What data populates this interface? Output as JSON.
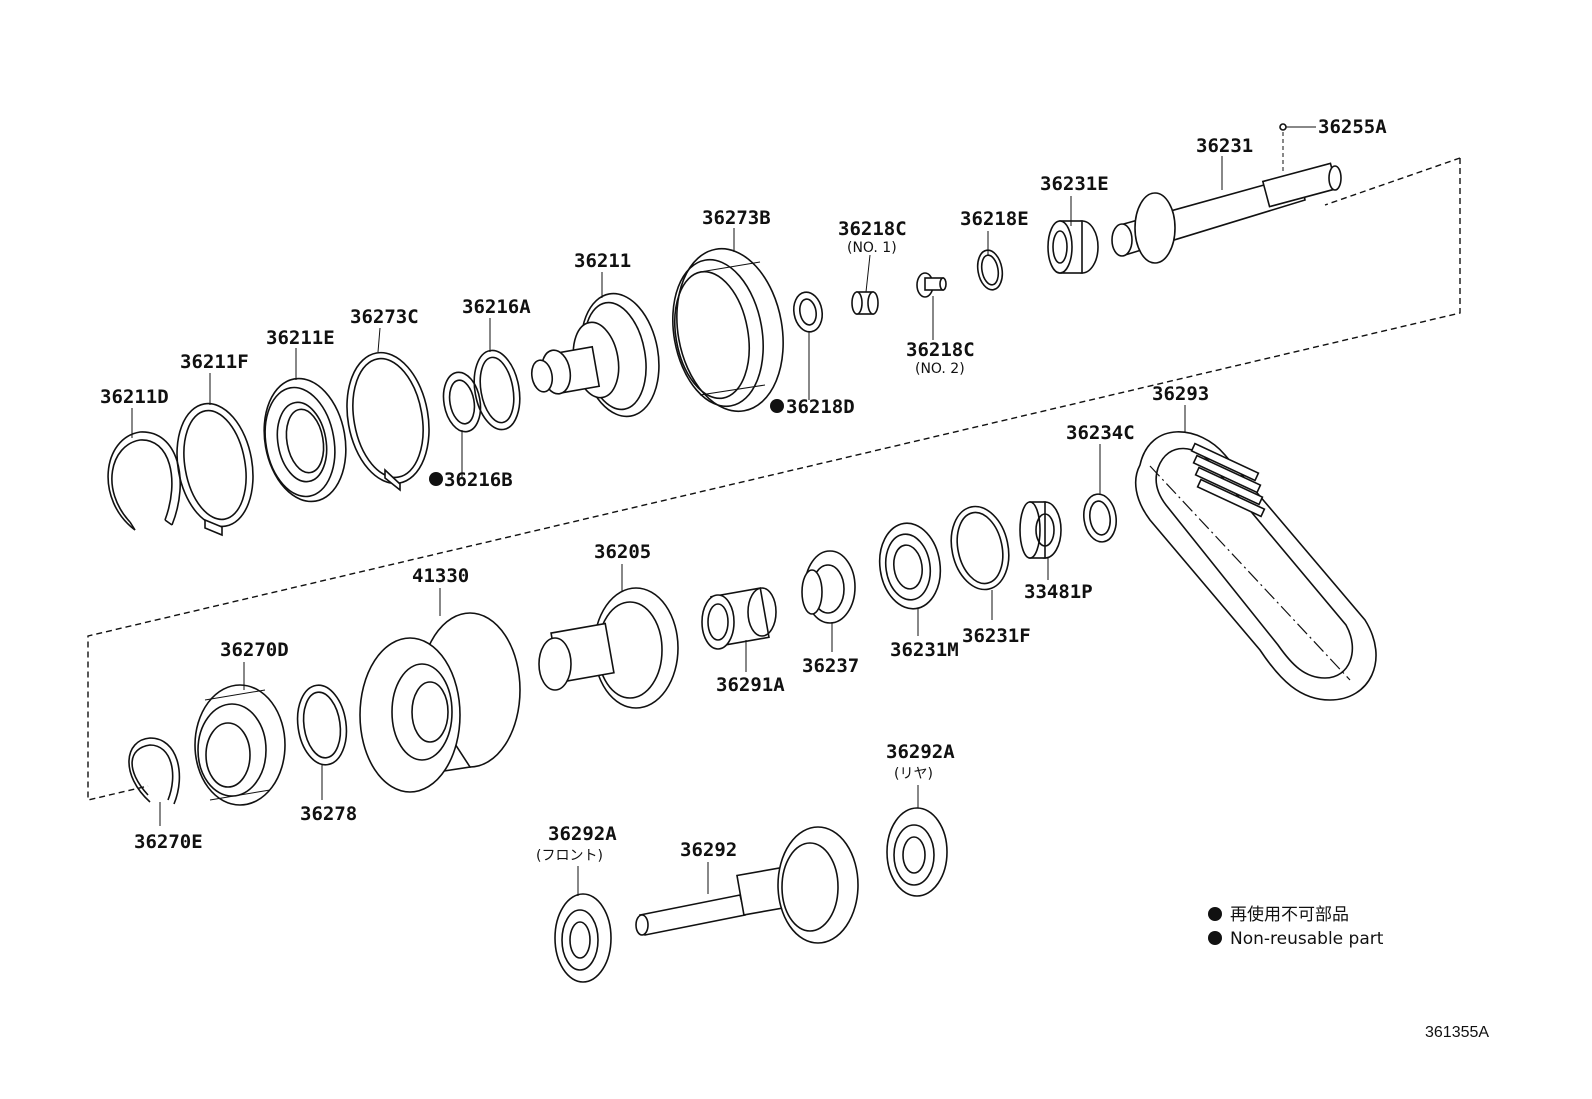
{
  "parts": {
    "p36255A": "36255A",
    "p36231": "36231",
    "p36231E": "36231E",
    "p36218E": "36218E",
    "p36218C_1": "36218C",
    "p36218C_1_note": "(NO. 1)",
    "p36218C_2": "36218C",
    "p36218C_2_note": "(NO. 2)",
    "p36273B": "36273B",
    "p36211": "36211",
    "p36218D": "36218D",
    "p36216A": "36216A",
    "p36273C": "36273C",
    "p36211E": "36211E",
    "p36211F": "36211F",
    "p36211D": "36211D",
    "p36216B": "36216B",
    "p36293": "36293",
    "p36234C": "36234C",
    "p33481P": "33481P",
    "p36231F": "36231F",
    "p36231M": "36231M",
    "p36237": "36237",
    "p36291A": "36291A",
    "p36205": "36205",
    "p41330": "41330",
    "p36270D": "36270D",
    "p36278": "36278",
    "p36270E": "36270E",
    "p36292A_rear": "36292A",
    "p36292A_rear_note": "(リヤ)",
    "p36292": "36292",
    "p36292A_front": "36292A",
    "p36292A_front_note": "(フロント)"
  },
  "legend": {
    "line1": "再使用不可部品",
    "line2": "Non-reusable part"
  },
  "figure_id": "361355A"
}
